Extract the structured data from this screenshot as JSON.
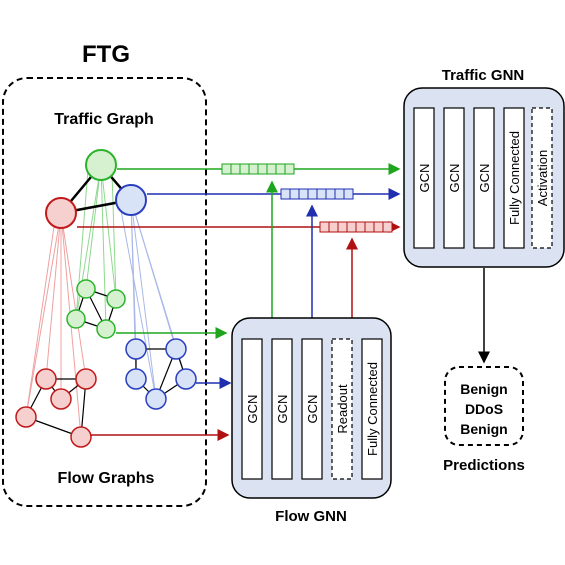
{
  "ftg": {
    "title": "FTG"
  },
  "traffic_graph": {
    "label": "Traffic Graph"
  },
  "flow_graphs": {
    "label": "Flow Graphs"
  },
  "traffic_gnn": {
    "title": "Traffic GNN",
    "layers": [
      "GCN",
      "GCN",
      "GCN",
      "Fully Connected",
      "Activation"
    ]
  },
  "flow_gnn": {
    "title": "Flow GNN",
    "layers": [
      "GCN",
      "GCN",
      "GCN",
      "Readout",
      "Fully Connected"
    ]
  },
  "predictions": {
    "label": "Predictions",
    "items": [
      {
        "text": "Benign",
        "color": "#11a011"
      },
      {
        "text": "DDoS",
        "color": "#1f1fb8"
      },
      {
        "text": "Benign",
        "color": "#b00000"
      }
    ]
  },
  "colors": {
    "green": "#2bb32b",
    "blue": "#2a3fc0",
    "red": "#c21a1a",
    "green_fill": "#d5f1d0",
    "blue_fill": "#d9e3f7",
    "red_fill": "#f6cfcf",
    "gnn_fill": "#dbe3f2"
  }
}
